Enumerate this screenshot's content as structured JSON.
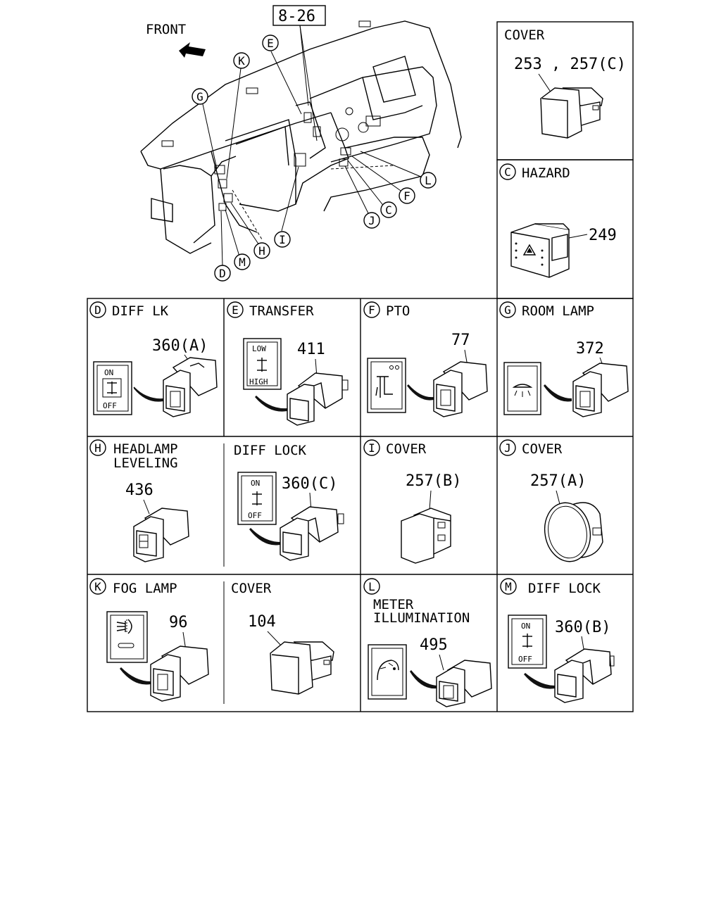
{
  "overview": {
    "front_label": "FRONT",
    "ref_box": "8-26",
    "callouts": [
      "E",
      "K",
      "G",
      "L",
      "F",
      "C",
      "J",
      "I",
      "H",
      "M",
      "D"
    ]
  },
  "panels": {
    "cover_top": {
      "title": "COVER",
      "part": "253 , 257(C)"
    },
    "hazard": {
      "letter": "C",
      "title": "HAZARD",
      "part": "249"
    },
    "diff_lk": {
      "letter": "D",
      "title": "DIFF LK",
      "part": "360(A)",
      "symbol_top": "ON",
      "symbol_bottom": "OFF"
    },
    "transfer": {
      "letter": "E",
      "title": "TRANSFER",
      "part": "411",
      "symbol_top": "LOW",
      "symbol_bottom": "HIGH"
    },
    "pto": {
      "letter": "F",
      "title": "PTO",
      "part": "77"
    },
    "room_lamp": {
      "letter": "G",
      "title": "ROOM LAMP",
      "part": "372"
    },
    "headlamp": {
      "letter": "H",
      "title_line1": "HEADLAMP",
      "title_line2": "LEVELING",
      "part": "436"
    },
    "diff_lock_h": {
      "title": "DIFF LOCK",
      "part": "360(C)",
      "symbol_top": "ON",
      "symbol_bottom": "OFF"
    },
    "cover_i": {
      "letter": "I",
      "title": "COVER",
      "part": "257(B)"
    },
    "cover_j": {
      "letter": "J",
      "title": "COVER",
      "part": "257(A)"
    },
    "fog_lamp": {
      "letter": "K",
      "title": "FOG LAMP",
      "part": "96"
    },
    "cover_k": {
      "title": "COVER",
      "part": "104"
    },
    "meter": {
      "letter": "L",
      "title_line1": "METER",
      "title_line2": "ILLUMINATION",
      "part": "495"
    },
    "diff_lock_m": {
      "letter": "M",
      "title": "DIFF LOCK",
      "part": "360(B)",
      "symbol_top": "ON",
      "symbol_bottom": "OFF"
    }
  }
}
